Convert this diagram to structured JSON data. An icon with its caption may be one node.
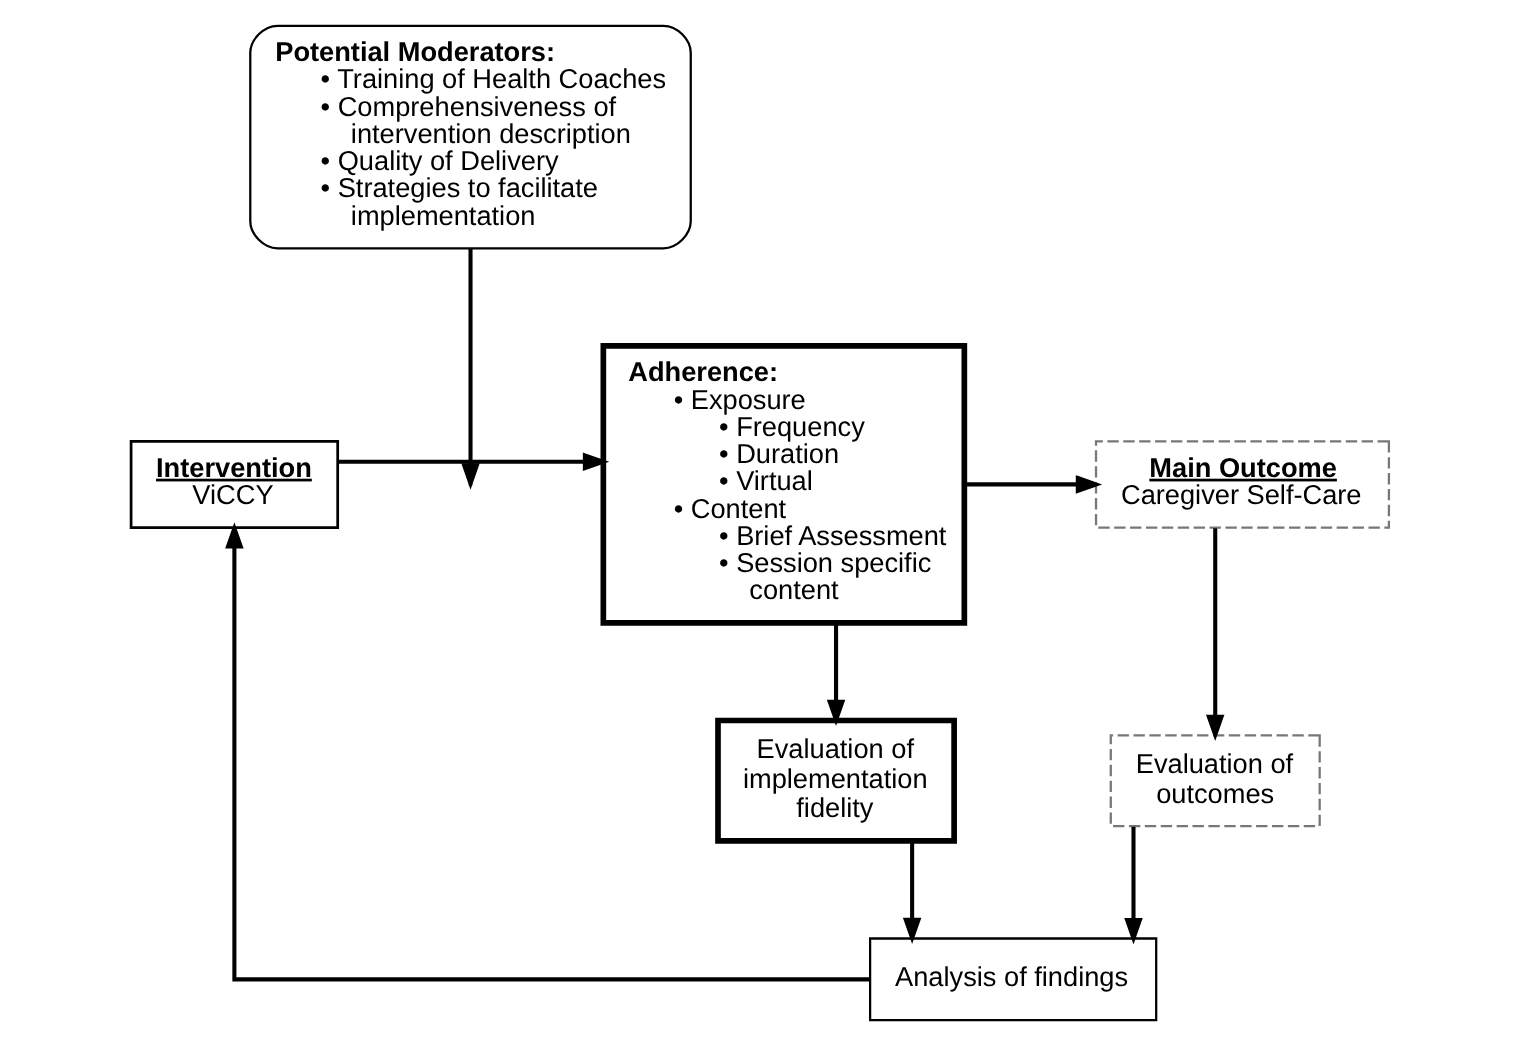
{
  "diagram": {
    "nodes": [
      {
        "text": [
          "Potential Moderators:",
          "• Training of Health Coaches",
          "• Comprehensiveness of intervention description",
          "• Quality of Delivery",
          "• Strategies to facilitate implementation"
        ]
      },
      {
        "text": [
          "Intervention",
          "ViCCY"
        ]
      },
      {
        "text": [
          "Adherence:",
          "• Exposure",
          "• Frequency",
          "• Duration",
          "• Virtual",
          "• Content",
          "• Brief Assessment",
          "• Session specific content"
        ]
      },
      {
        "text": [
          "Main Outcome",
          "Caregiver Self-Care"
        ]
      },
      {
        "text": [
          "Evaluation of implementation fidelity"
        ]
      },
      {
        "text": [
          "Evaluation of outcomes"
        ]
      },
      {
        "text": [
          "Analysis of findings"
        ]
      }
    ],
    "edges": [
      {
        "from": 1,
        "to": 2,
        "arrow": "to"
      },
      {
        "from": 0,
        "to": null,
        "arrow": "to"
      },
      {
        "from": 2,
        "to": 3,
        "arrow": "to"
      },
      {
        "from": 2,
        "to": 4,
        "arrow": "to"
      },
      {
        "from": 3,
        "to": 5,
        "arrow": "to"
      },
      {
        "from": 4,
        "to": 6,
        "arrow": "to"
      },
      {
        "from": 5,
        "to": 6,
        "arrow": "to"
      },
      {
        "from": 6,
        "to": 1,
        "arrow": "to"
      }
    ]
  }
}
